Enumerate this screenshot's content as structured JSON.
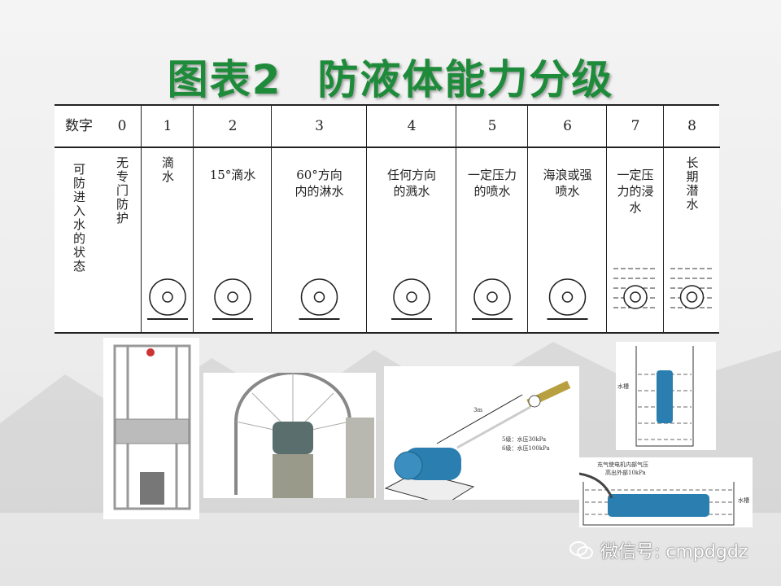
{
  "title": {
    "part1": "图表2",
    "part2": "防液体能力分级"
  },
  "table": {
    "header_label": "数字",
    "row_label": "可防进入水的状态",
    "columns": [
      {
        "digit": "0",
        "desc": "无专门防护"
      },
      {
        "digit": "1",
        "desc": "滴水"
      },
      {
        "digit": "2",
        "desc": "15°滴水"
      },
      {
        "digit": "3",
        "desc": "60°方向内的淋水"
      },
      {
        "digit": "4",
        "desc": "任何方向的溅水"
      },
      {
        "digit": "5",
        "desc": "一定压力的喷水"
      },
      {
        "digit": "6",
        "desc": "海浪或强喷水"
      },
      {
        "digit": "7",
        "desc": "一定压力的浸水"
      },
      {
        "digit": "8",
        "desc": "长期潜水"
      }
    ],
    "angle_labels": {
      "col2": "15°",
      "col3": "60°"
    }
  },
  "photos": {
    "spray_test": {
      "distance": "3m",
      "line1": "5级：水压30kPa",
      "line2": "6级：水压100kPa"
    },
    "immersion_vertical": {
      "tank_label": "水槽"
    },
    "immersion_horizontal": {
      "note_line1": "充气使电机内部气压",
      "note_line2": "高出外部10kPa",
      "tank_label": "水槽"
    }
  },
  "watermark": {
    "text": "微信号: cmpdgdz",
    "icon": "wechat-icon"
  },
  "colors": {
    "title": "#1e8b3a",
    "motor": "#2a7fb0"
  }
}
